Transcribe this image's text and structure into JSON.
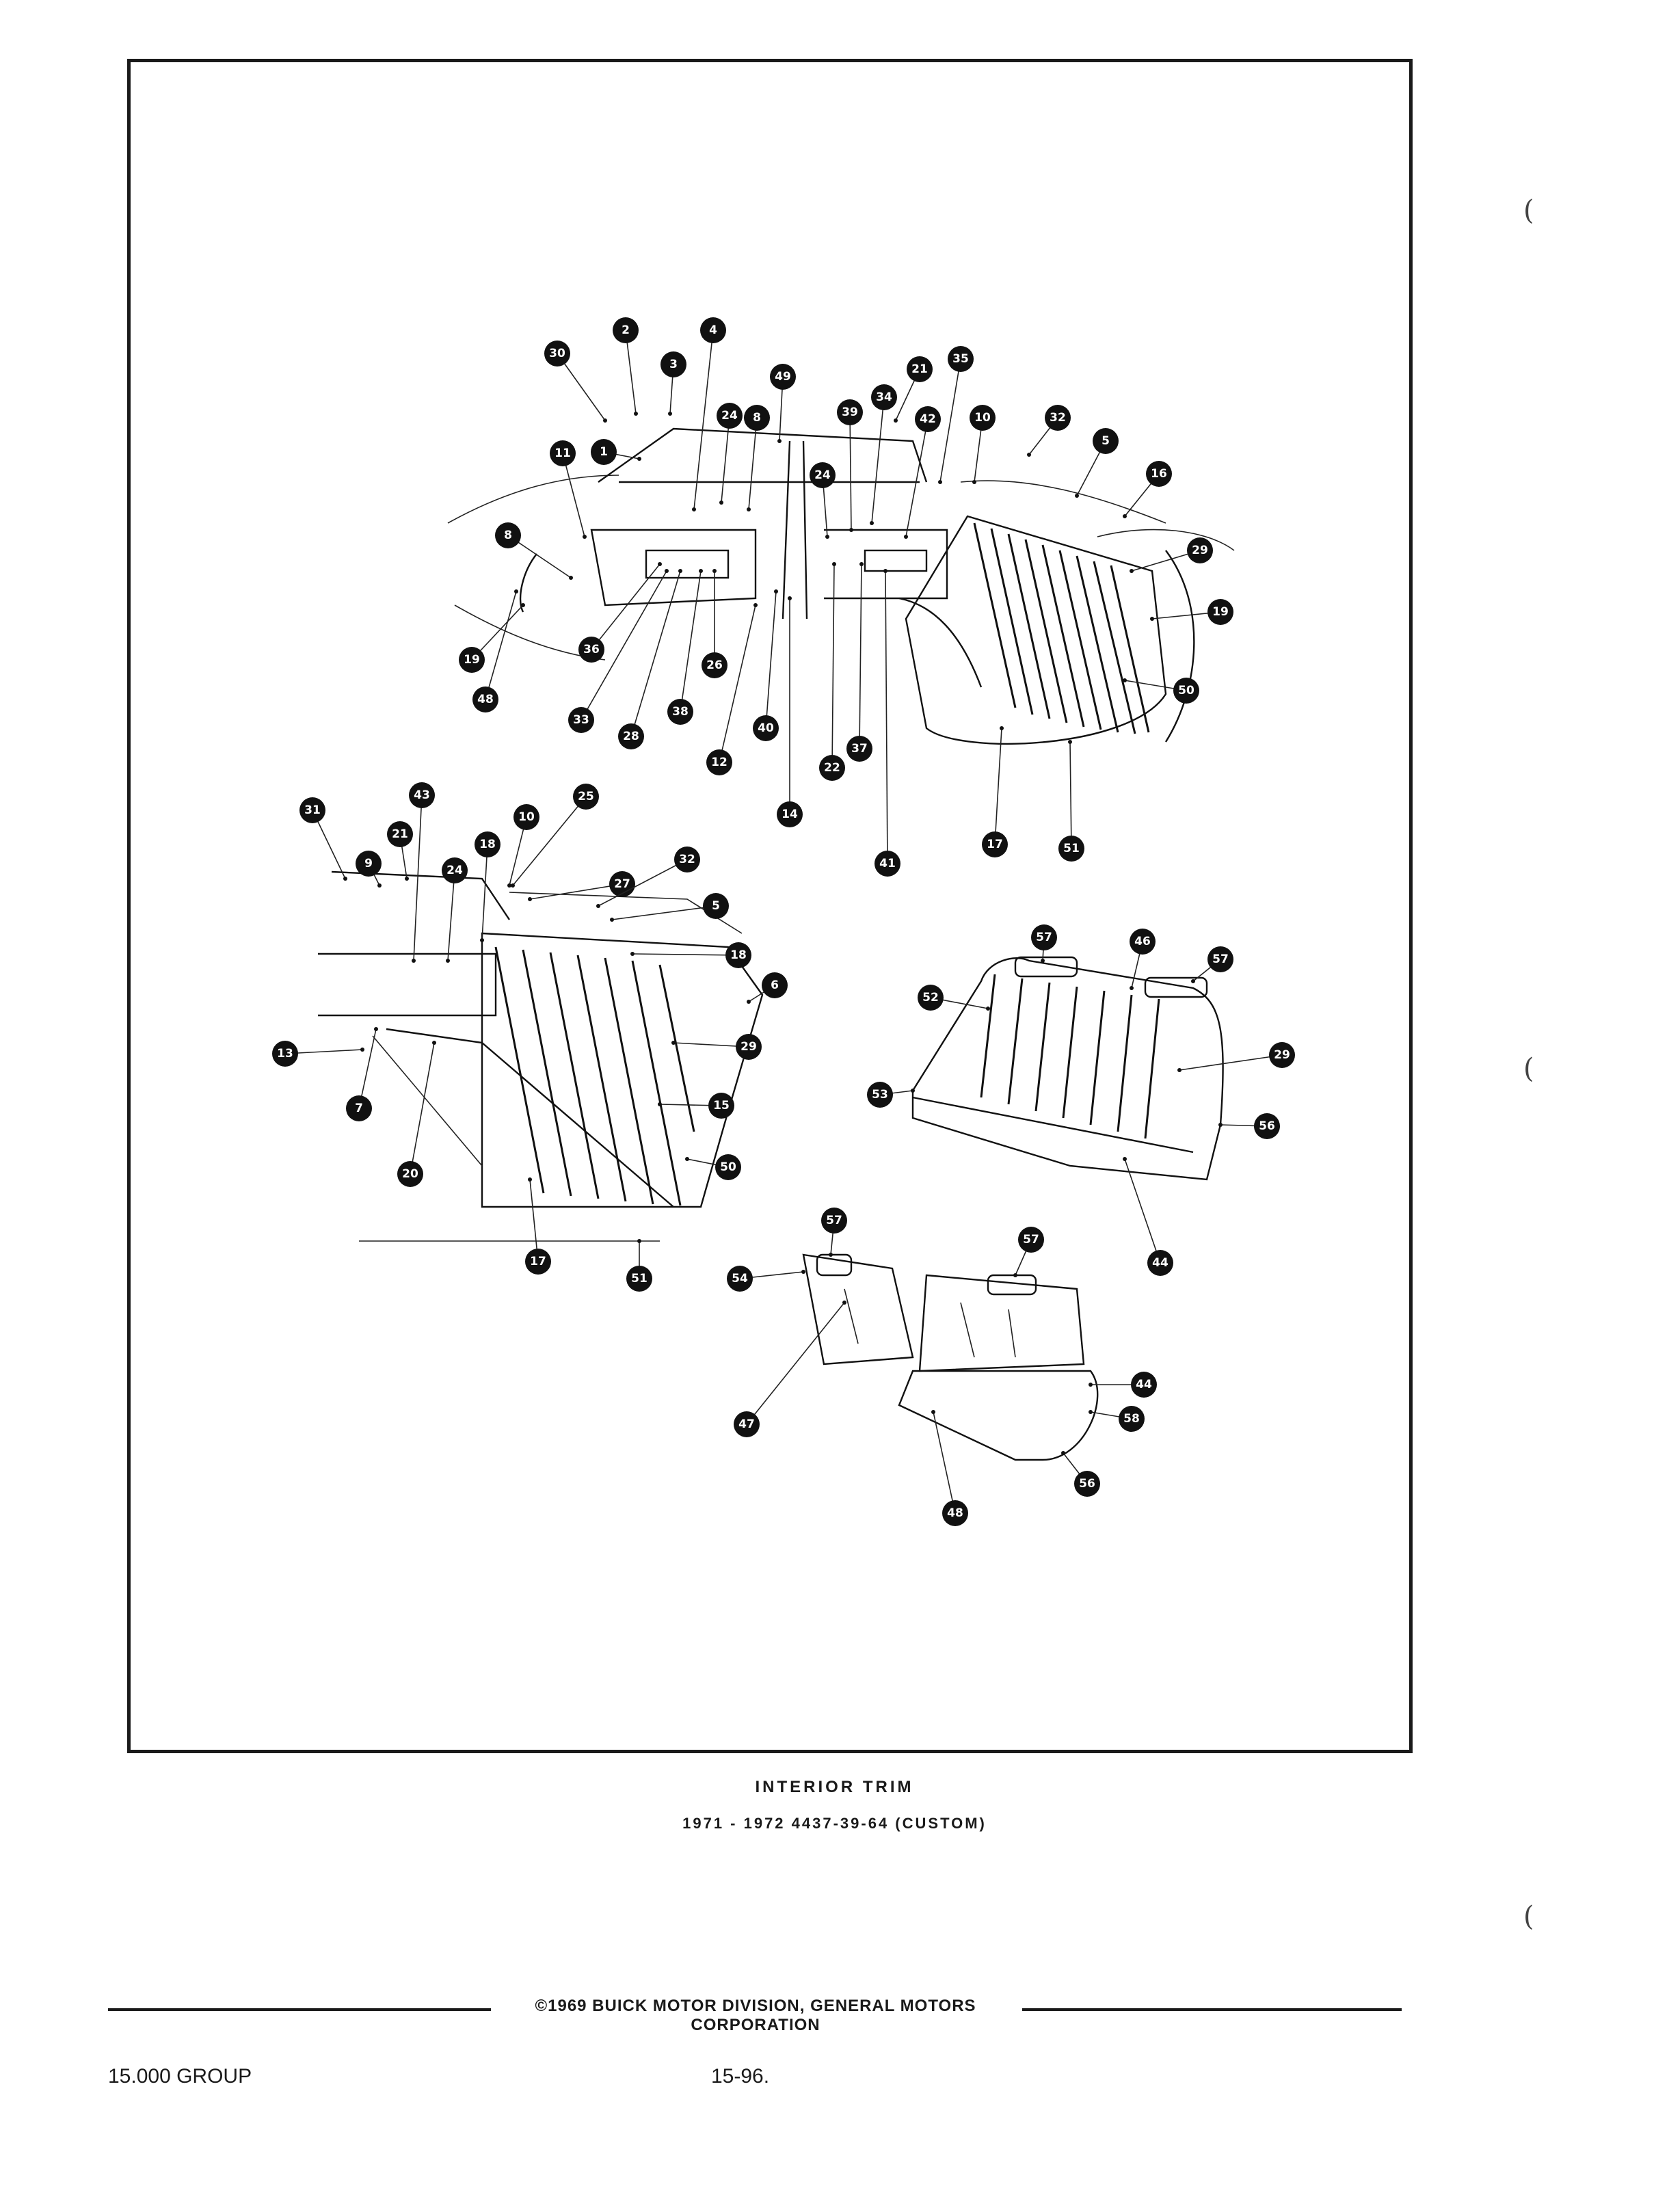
{
  "figure": {
    "title": "INTERIOR TRIM",
    "subtitle": "1971 - 1972 4437-39-64 (CUSTOM)",
    "callouts": {
      "c30": "30",
      "c2": "2",
      "c3": "3",
      "c4": "4",
      "c49": "49",
      "c21a": "21",
      "c35": "35",
      "c24a": "24",
      "c8a": "8",
      "c39": "39",
      "c34": "34",
      "c42": "42",
      "c10a": "10",
      "c32a": "32",
      "c5a": "5",
      "c11": "11",
      "c1": "1",
      "c24b": "24",
      "c16": "16",
      "c8b": "8",
      "c29a": "29",
      "c19a": "19",
      "c19b": "19",
      "c36": "36",
      "c26": "26",
      "c50a": "50",
      "c48a": "48",
      "c33": "33",
      "c28": "28",
      "c38": "38",
      "c40": "40",
      "c37": "37",
      "c12": "12",
      "c22": "22",
      "c14": "14",
      "c17a": "17",
      "c51a": "51",
      "c41": "41",
      "c31": "31",
      "c43": "43",
      "c25": "25",
      "c21b": "21",
      "c10b": "10",
      "c18a": "18",
      "c9": "9",
      "c24c": "24",
      "c27": "27",
      "c32b": "32",
      "c5b": "5",
      "c18b": "18",
      "c6": "6",
      "c13": "13",
      "c29b": "29",
      "c7": "7",
      "c15": "15",
      "c50b": "50",
      "c20": "20",
      "c17b": "17",
      "c51b": "51",
      "c57a": "57",
      "c46a": "46",
      "c57b": "57",
      "c52": "52",
      "c29c": "29",
      "c53": "53",
      "c56a": "56",
      "c44a": "44",
      "c57c": "57",
      "c57d": "57",
      "c54": "54",
      "c44b": "44",
      "c58": "58",
      "c47": "47",
      "c56b": "56",
      "c48b": "48"
    }
  },
  "footer": {
    "copyright": "©1969 BUICK MOTOR DIVISION, GENERAL MOTORS CORPORATION",
    "group": "15.000 GROUP",
    "page": "15-96."
  }
}
